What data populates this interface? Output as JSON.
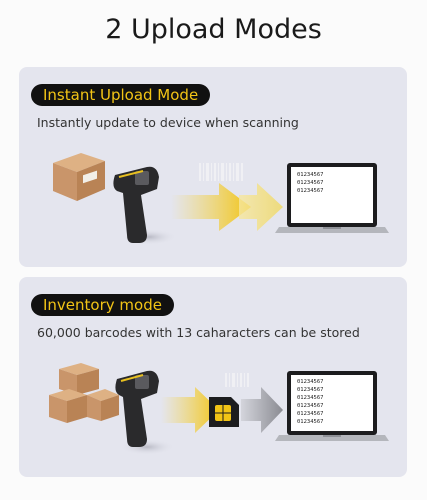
{
  "title": "2 Upload Modes",
  "modes": [
    {
      "label": "Instant Upload Mode",
      "description": "Instantly update to device when scanning",
      "screen_lines": [
        "01234567",
        "01234567",
        "01234567"
      ]
    },
    {
      "label": "Inventory mode",
      "description": "60,000 barcodes with 13 caharacters can be stored",
      "screen_lines": [
        "01234567",
        "01234567",
        "01234567",
        "01234567",
        "01234567",
        "01234567"
      ]
    }
  ],
  "colors": {
    "accent": "#f2c416",
    "panel": "#e4e5ee",
    "pill": "#111111",
    "box": "#c9956a"
  },
  "icons": [
    "cardboard-box-icon",
    "barcode-scanner-icon",
    "barcode-icon",
    "arrow-icon",
    "laptop-icon",
    "sim-card-icon"
  ]
}
